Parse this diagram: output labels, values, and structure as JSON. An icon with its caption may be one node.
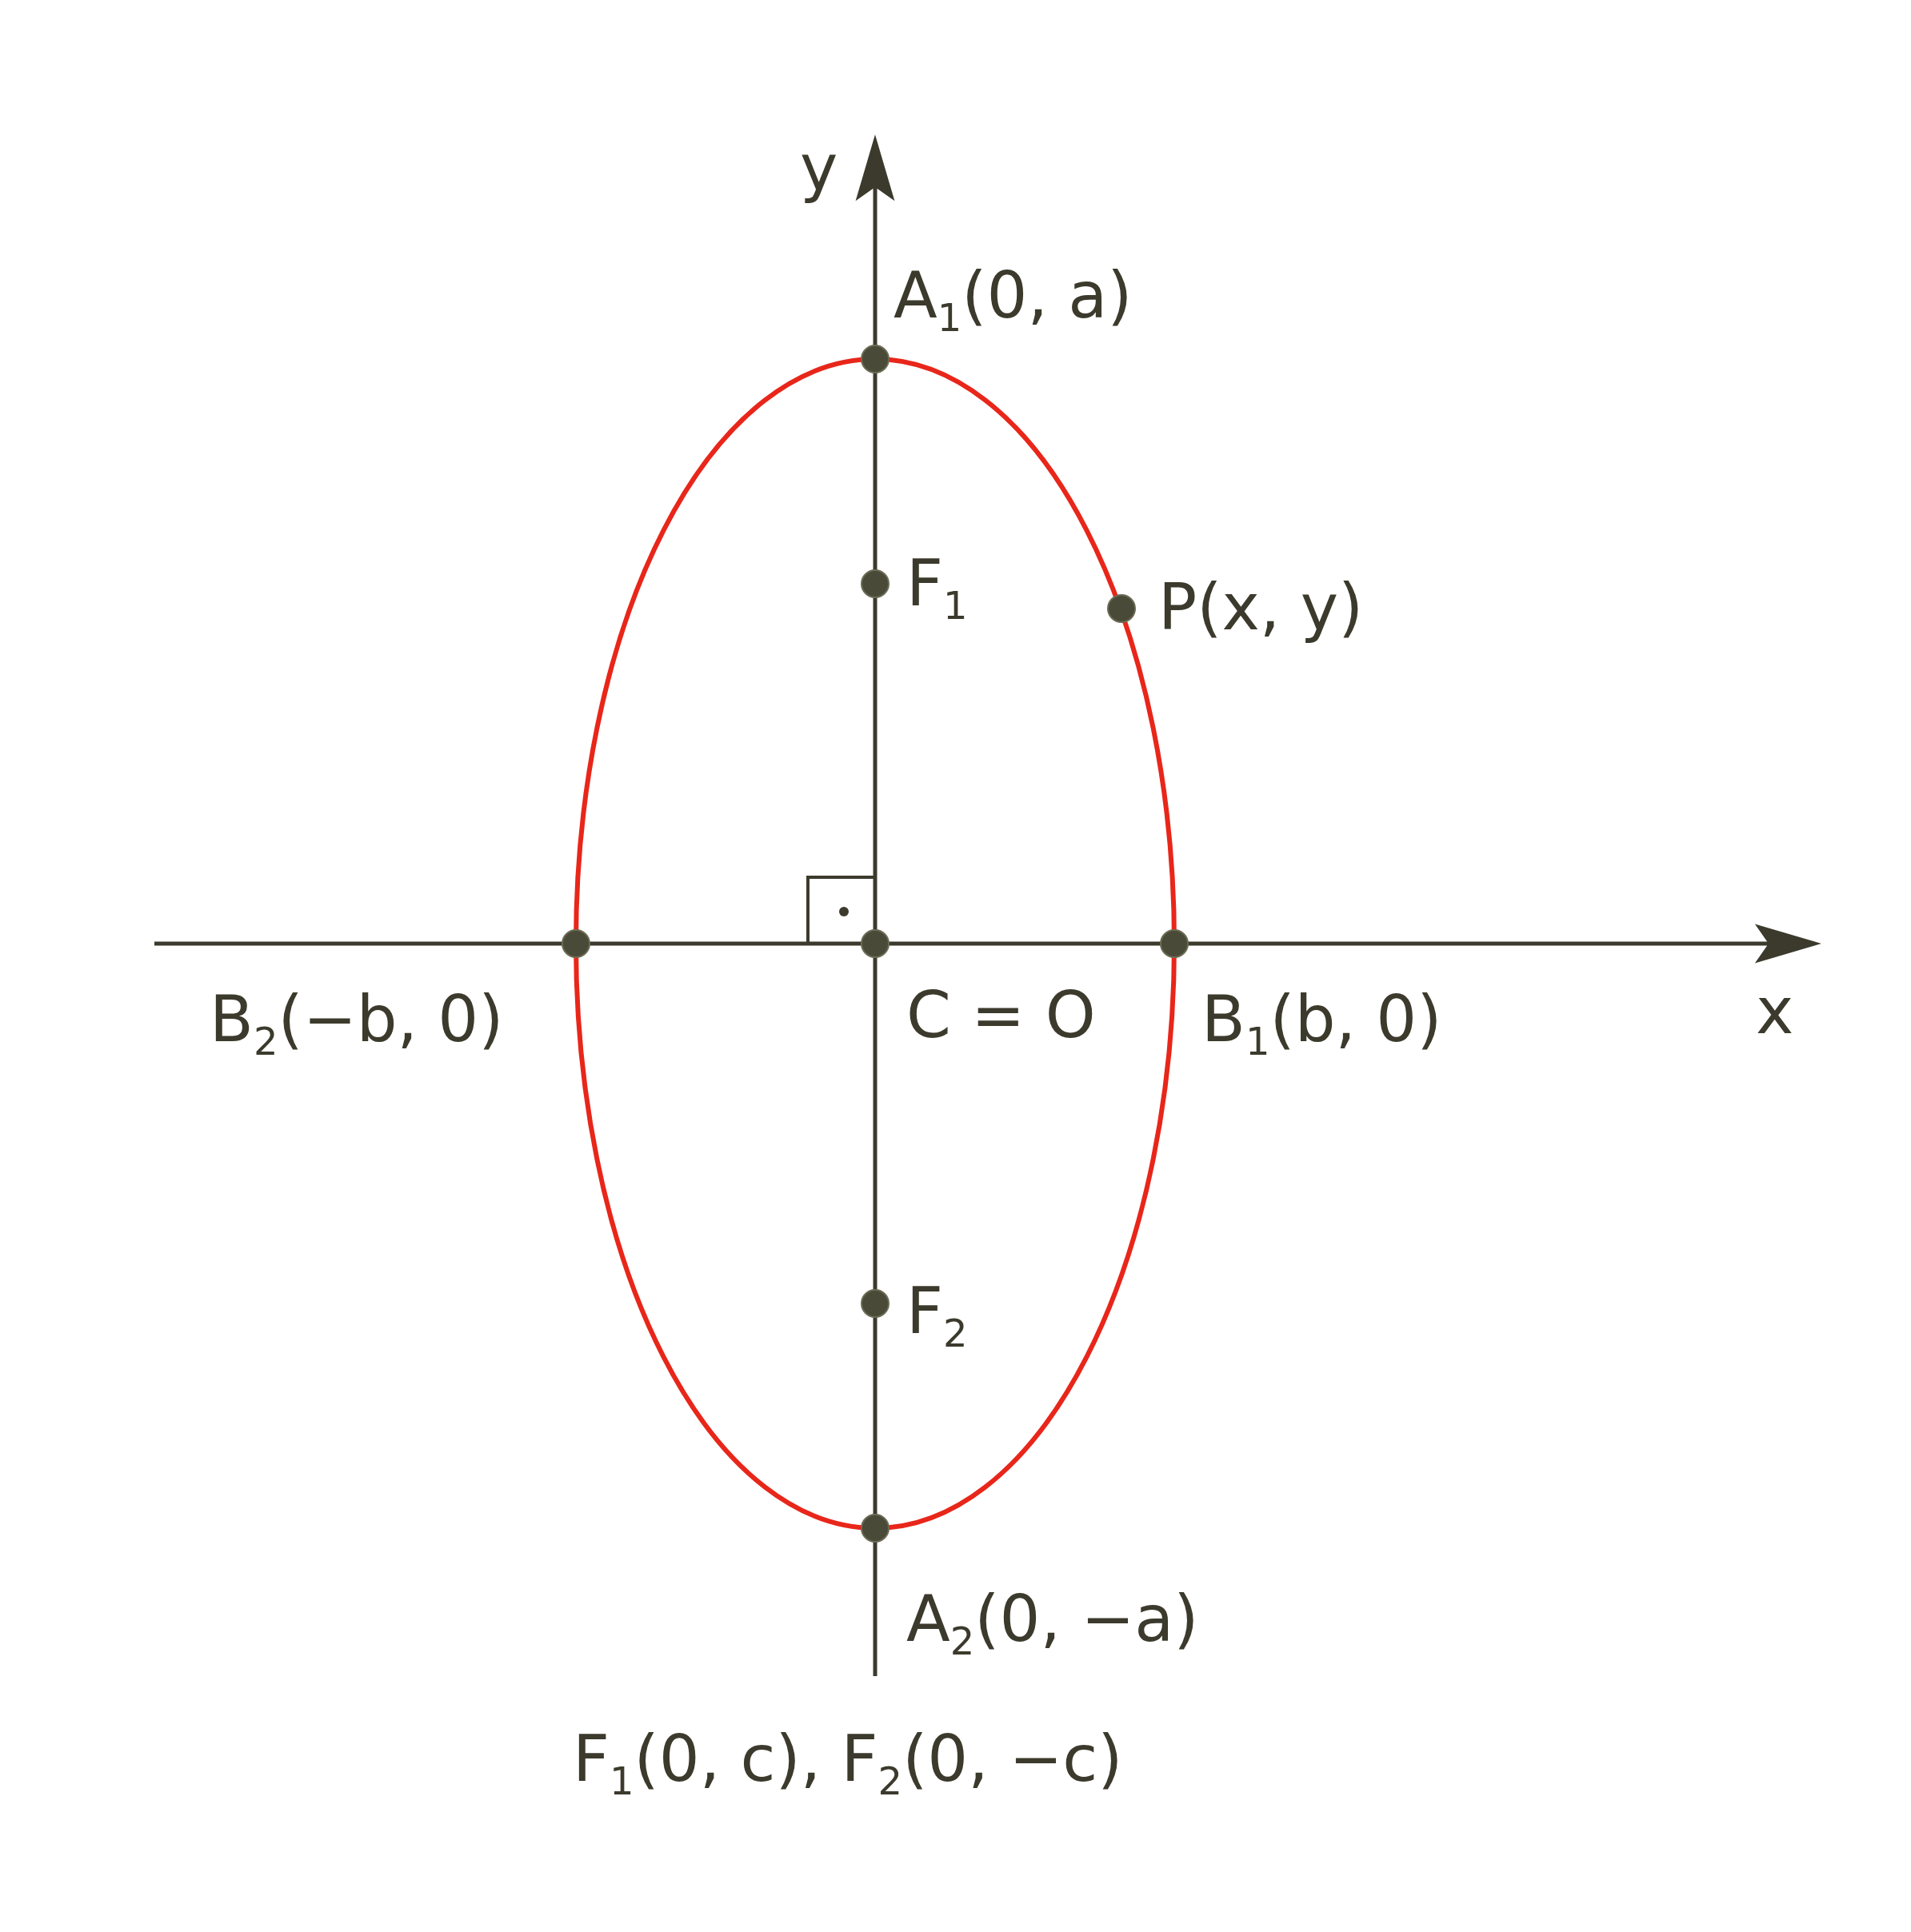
{
  "diagram": {
    "labels": [
      "y",
      "A$_{1}$(0, a)",
      "F$_{1}$",
      "P(x, y)",
      "B$_{2}$(−b, 0)",
      "C = O",
      "B$_{1}$(b, 0)",
      "x",
      "F$_{2}$",
      "A$_{2}$(0, −a)",
      "F$_{1}$(0, c), F$_{2}$(0, −c)"
    ]
  }
}
